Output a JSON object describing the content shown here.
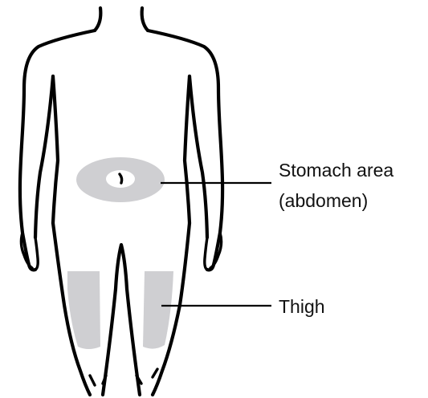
{
  "colors": {
    "outline": "#000000",
    "injection_area": "#cfcfd2",
    "label_text": "#111111",
    "background": "#ffffff"
  },
  "regions": [
    {
      "id": "stomach",
      "label_lines": [
        "Stomach area",
        "(abdomen)"
      ]
    },
    {
      "id": "thigh",
      "label_lines": [
        "Thigh"
      ]
    }
  ]
}
